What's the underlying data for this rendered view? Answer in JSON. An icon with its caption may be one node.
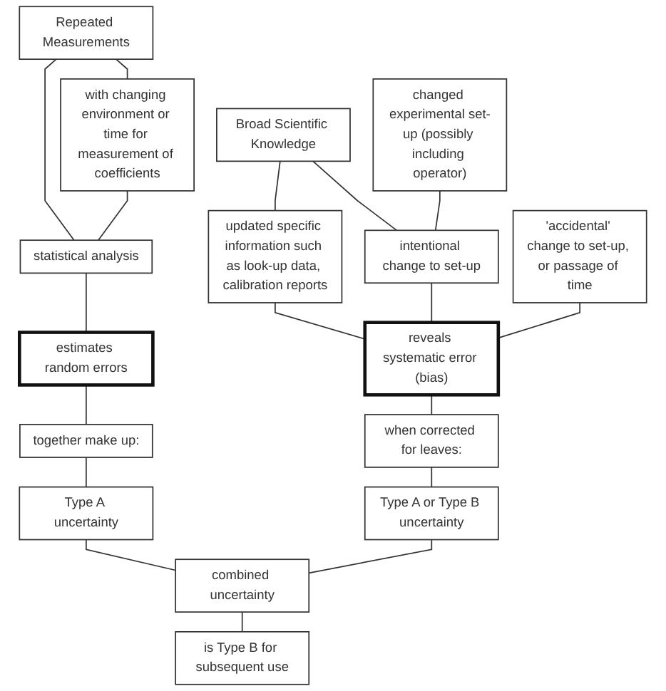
{
  "diagram": {
    "nodes": [
      {
        "text": [
          "Repeated Measurements"
        ]
      },
      {
        "text": [
          "Broad Scientific Knowledge"
        ]
      },
      {
        "text": [
          "with changing environment or time for measurement of coefficients"
        ]
      },
      {
        "text": [
          "updated specific information such as look-up data, calibration reports"
        ]
      },
      {
        "text": [
          "changed experimental set-up (possibly including operator)"
        ]
      },
      {
        "text": [
          "statistical analysis"
        ]
      },
      {
        "text": [
          "intentional change to set-up"
        ]
      },
      {
        "text": [
          "'accidental' change to set-up, or passage of time"
        ]
      },
      {
        "text": [
          "estimates random errors"
        ]
      },
      {
        "text": [
          "reveals systematic error (bias)"
        ]
      },
      {
        "text": [
          "together make up:"
        ]
      },
      {
        "text": [
          "when corrected for leaves:"
        ]
      },
      {
        "text": [
          "Type A uncertainty"
        ]
      },
      {
        "text": [
          "Type A or Type B uncertainty"
        ]
      },
      {
        "text": [
          "combined uncertainty"
        ]
      },
      {
        "text": [
          "is Type B for subsequent use"
        ]
      }
    ],
    "edges": [
      {
        "from": 0,
        "to": 5,
        "arrow": "none"
      },
      {
        "from": 0,
        "to": 2,
        "arrow": "none"
      },
      {
        "from": 1,
        "to": 3,
        "arrow": "none"
      },
      {
        "from": 1,
        "to": 6,
        "arrow": "none"
      },
      {
        "from": 2,
        "to": 5,
        "arrow": "none"
      },
      {
        "from": 3,
        "to": 9,
        "arrow": "none"
      },
      {
        "from": 4,
        "to": 6,
        "arrow": "none"
      },
      {
        "from": 5,
        "to": 8,
        "arrow": "none"
      },
      {
        "from": 6,
        "to": 9,
        "arrow": "none"
      },
      {
        "from": 7,
        "to": 9,
        "arrow": "none"
      },
      {
        "from": 8,
        "to": 10,
        "arrow": "none"
      },
      {
        "from": 9,
        "to": 11,
        "arrow": "none"
      },
      {
        "from": 10,
        "to": 12,
        "arrow": "none"
      },
      {
        "from": 11,
        "to": 13,
        "arrow": "none"
      },
      {
        "from": 12,
        "to": 14,
        "arrow": "none"
      },
      {
        "from": 13,
        "to": 14,
        "arrow": "none"
      },
      {
        "from": 14,
        "to": 15,
        "arrow": "none"
      }
    ]
  }
}
